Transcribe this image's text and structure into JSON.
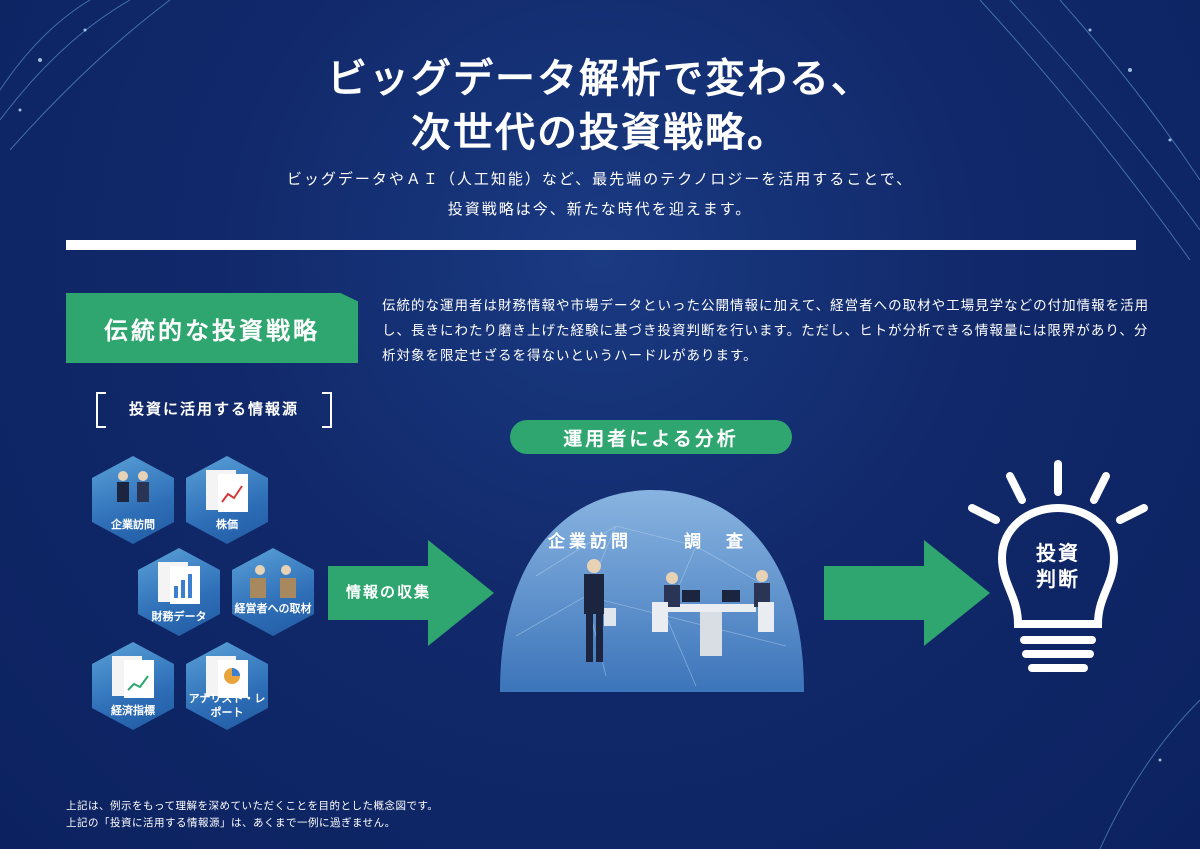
{
  "header": {
    "title_line1": "ビッグデータ解析で変わる、",
    "title_line2": "次世代の投資戦略。",
    "subtitle_line1": "ビッグデータやＡＩ（人工知能）など、最先端のテクノロジーを活用することで、",
    "subtitle_line2": "投資戦略は今、新たな時代を迎えます。"
  },
  "section": {
    "tab_label": "伝統的な投資戦略",
    "description": "伝統的な運用者は財務情報や市場データといった公開情報に加えて、経営者への取材や工場見学などの付加情報を活用し、長きにわたり磨き上げた経験に基づき投資判断を行います。ただし、ヒトが分析できる情報量には限界があり、分析対象を限定せざるを得ないというハードルがあります。"
  },
  "sources": {
    "label": "投資に活用する情報源",
    "items": [
      {
        "caption": "企業訪問",
        "icon": "meeting-icon"
      },
      {
        "caption": "株価",
        "icon": "stock-report-icon"
      },
      {
        "caption": "財務データ",
        "icon": "financial-report-icon"
      },
      {
        "caption": "経営者への取材",
        "icon": "interview-icon"
      },
      {
        "caption": "経済指標",
        "icon": "economic-chart-icon"
      },
      {
        "caption": "アナリスト・レポート",
        "icon": "analyst-report-icon"
      }
    ]
  },
  "flow": {
    "collect_label": "情報の収集",
    "analysis_pill": "運用者による分析",
    "dome_label_left": "企業訪問",
    "dome_label_right": "調　査",
    "decision_line1": "投資",
    "decision_line2": "判断"
  },
  "notes": {
    "line1": "上記は、例示をもって理解を深めていただくことを目的とした概念図です。",
    "line2": "上記の「投資に活用する情報源」は、あくまで一例に過ぎません。"
  },
  "colors": {
    "background": "#11296a",
    "accent_green": "#2fa66f",
    "hex_blue": "#3a7cc2"
  }
}
